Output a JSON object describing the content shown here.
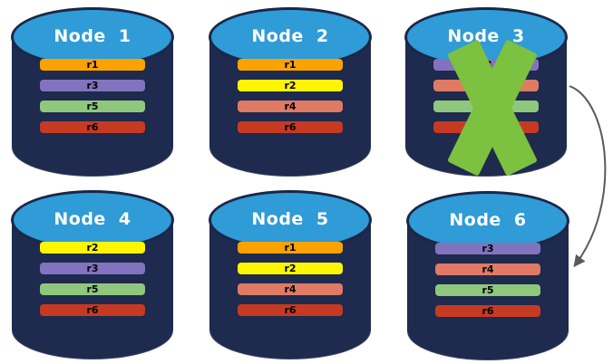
{
  "palette": {
    "cylinder_body": "#1e2a4e",
    "cylinder_top": "#2f9bd7",
    "cylinder_top_border": "#1b2747",
    "title_text": "#ffffff",
    "bar_text": "#000000",
    "background": "#ffffff"
  },
  "row_colors": {
    "r1": "#f9a201",
    "r2": "#fdf502",
    "r3": "#8273be",
    "r4": "#df7a64",
    "r5": "#8fc87d",
    "r6": "#c63a24"
  },
  "nodes": [
    {
      "title": "Node 1",
      "failed": false,
      "rows": [
        {
          "label": "r1",
          "color": "#f9a201"
        },
        {
          "label": "r3",
          "color": "#8273be"
        },
        {
          "label": "r5",
          "color": "#8fc87d"
        },
        {
          "label": "r6",
          "color": "#c63a24"
        }
      ]
    },
    {
      "title": "Node 2",
      "failed": false,
      "rows": [
        {
          "label": "r1",
          "color": "#f9a201"
        },
        {
          "label": "r2",
          "color": "#fdf502"
        },
        {
          "label": "r4",
          "color": "#df7a64"
        },
        {
          "label": "r6",
          "color": "#c63a24"
        }
      ]
    },
    {
      "title": "Node 3",
      "failed": true,
      "rows": [
        {
          "label": "r3",
          "color": "#8273be"
        },
        {
          "label": "r4",
          "color": "#df7a64"
        },
        {
          "label": "r5",
          "color": "#8fc87d"
        },
        {
          "label": "r6",
          "color": "#c63a24"
        }
      ]
    },
    {
      "title": "Node 4",
      "failed": false,
      "rows": [
        {
          "label": "r2",
          "color": "#fdf502"
        },
        {
          "label": "r3",
          "color": "#8273be"
        },
        {
          "label": "r5",
          "color": "#8fc87d"
        },
        {
          "label": "r6",
          "color": "#c63a24"
        }
      ]
    },
    {
      "title": "Node 5",
      "failed": false,
      "rows": [
        {
          "label": "r1",
          "color": "#f9a201"
        },
        {
          "label": "r2",
          "color": "#fdf502"
        },
        {
          "label": "r4",
          "color": "#df7a64"
        },
        {
          "label": "r6",
          "color": "#c63a24"
        }
      ]
    },
    {
      "title": "Node 6",
      "failed": false,
      "rows": [
        {
          "label": "r3",
          "color": "#8273be"
        },
        {
          "label": "r4",
          "color": "#df7a64"
        },
        {
          "label": "r5",
          "color": "#8fc87d"
        },
        {
          "label": "r6",
          "color": "#c63a24"
        }
      ]
    }
  ],
  "annotations": {
    "failure_x": {
      "on_node": "Node 3",
      "color": "#7cc13f"
    },
    "failover_arrow": {
      "from": "Node 3",
      "to": "Node 6",
      "color": "#5a5a5a"
    }
  }
}
